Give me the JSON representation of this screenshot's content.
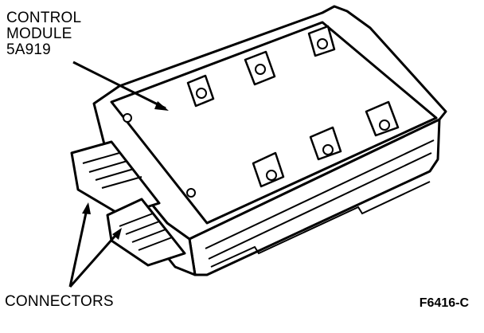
{
  "callouts": {
    "module_line1": "CONTROL",
    "module_line2": "MODULE",
    "module_line3": "5A919",
    "connectors": "CONNECTORS"
  },
  "figure_id": "F6416-C",
  "colors": {
    "ink": "#000000",
    "paper": "#ffffff"
  }
}
